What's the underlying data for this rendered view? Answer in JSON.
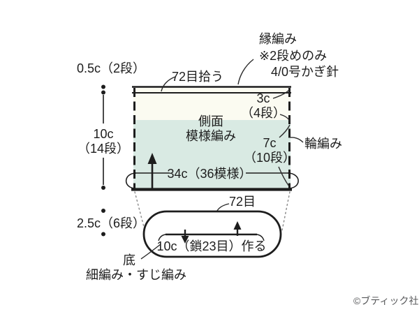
{
  "colors": {
    "mint": "#d9eae3",
    "cream": "#fbfbf1",
    "line": "#1d1d1d",
    "copyright": "#58595b"
  },
  "side_diagram": {
    "pickup_label": "72目拾う",
    "edge_note": {
      "line1": "縁編み",
      "line2": "※2段めのみ",
      "line3": "4/0号かぎ針"
    },
    "top_band_label": "0.5c（2段）",
    "upper_band": {
      "size": "3c",
      "rows": "（4段）"
    },
    "side_name": {
      "line1": "側面",
      "line2": "模様編み"
    },
    "lower_band": {
      "size": "7c",
      "rows": "（10段）"
    },
    "round_label": "輪編み",
    "height": {
      "size": "10c",
      "rows": "（14段）"
    },
    "circumference_label": "34c（36模様）"
  },
  "bottom_diagram": {
    "half_height_label": "2.5c（6段）",
    "stitch_count_label": "72目",
    "foundation_chain_label": "10c（鎖23目）作る",
    "part_name": "底",
    "stitch_type_label": "細編み・すじ編み"
  },
  "footer": {
    "copyright": "©ブティック社"
  }
}
